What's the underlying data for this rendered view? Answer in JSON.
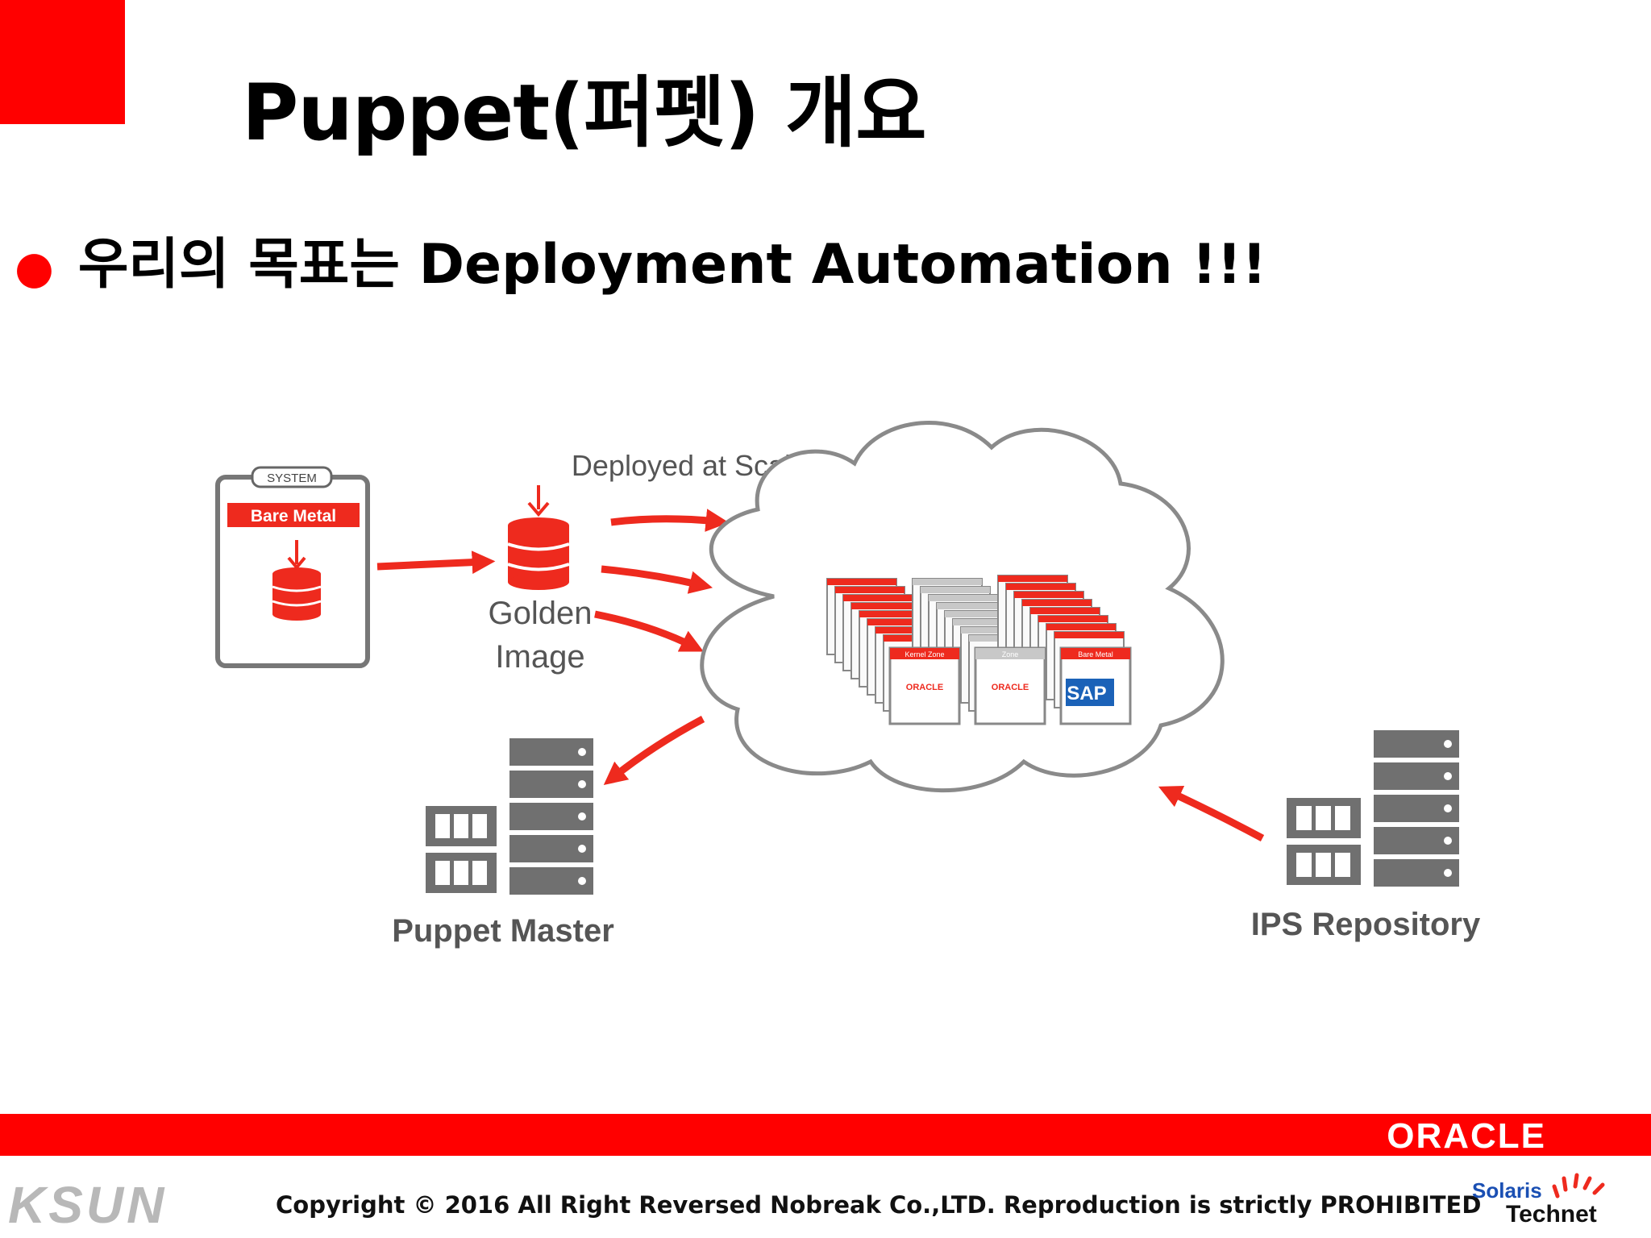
{
  "slide": {
    "title": "Puppet(퍼펫) 개요",
    "bullet": "우리의 목표는 Deployment Automation !!!"
  },
  "diagram": {
    "system_tag": "SYSTEM",
    "bare_metal_label": "Bare Metal",
    "deployed_label": "Deployed at Scale",
    "golden_line1": "Golden",
    "golden_line2": "Image",
    "stack_kernel_zone": "Kernel Zone",
    "stack_zone": "Zone",
    "stack_bare_metal": "Bare Metal",
    "logo_oracle_small": "ORACLE",
    "logo_oracle_small2": "ORACLE",
    "logo_sap": "SAP",
    "puppet_master_label": "Puppet Master",
    "ips_repo_label": "IPS Repository"
  },
  "footer": {
    "oracle": "ORACLE",
    "ksun": "KSUN",
    "copyright": "Copyright © 2016 All Right Reversed Nobreak Co.,LTD. Reproduction is strictly PROHIBITED",
    "solaris": "Solaris",
    "technet": "Technet"
  },
  "colors": {
    "accent": "#ff0000",
    "diagram_red": "#ee2a1e",
    "server_gray": "#707070"
  }
}
